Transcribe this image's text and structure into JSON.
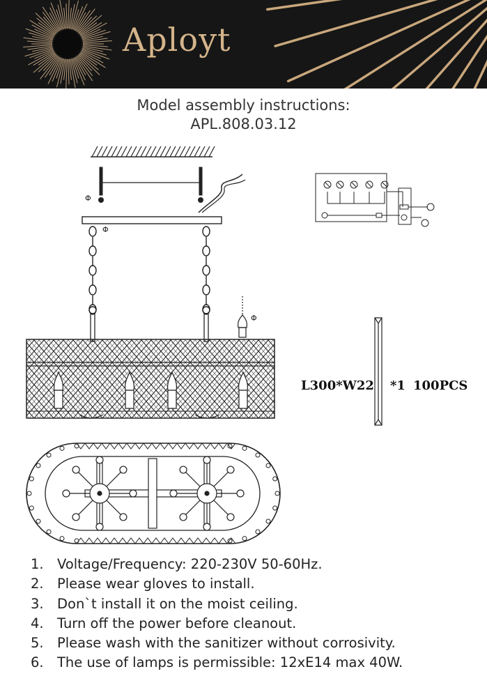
{
  "brand": {
    "name": "Aployt"
  },
  "title": {
    "line1": "Model assembly instructions:",
    "line2": "APL.808.03.12"
  },
  "crystal": {
    "size": "L300*W22",
    "qty": "*1",
    "pcs": "100PCS"
  },
  "instructions": [
    {
      "num": "1.",
      "text": "Voltage/Frequency: 220-230V 50-60Hz."
    },
    {
      "num": "2.",
      "text": "Please wear gloves to install."
    },
    {
      "num": "3.",
      "text": "Don`t install it on the moist ceiling."
    },
    {
      "num": "4.",
      "text": "Turn off the power before cleanout."
    },
    {
      "num": "5.",
      "text": "Please wash with the sanitizer without corrosivity."
    },
    {
      "num": "6.",
      "text": "The use of lamps is permissible: 12xE14 max 40W."
    }
  ],
  "colors": {
    "header_bg": "#161616",
    "brand_gold": "#d4b48a",
    "ink": "#222222"
  }
}
